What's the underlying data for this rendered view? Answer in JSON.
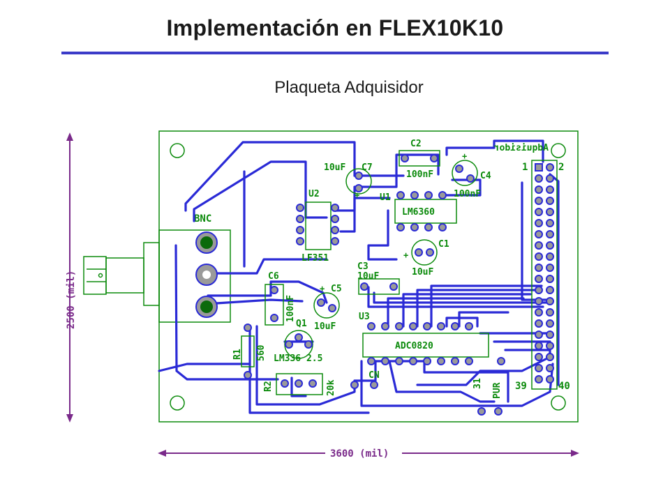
{
  "slide": {
    "title": "Implementación en FLEX10K10",
    "subtitle": "Plaqueta Adquisidor"
  },
  "board": {
    "mirrored_label": "Adquisidor",
    "dimension_width": "3600 (mil)",
    "dimension_height": "2500 (mil)",
    "connector": "BNC",
    "components": [
      {
        "ref": "U2",
        "value": "LF351"
      },
      {
        "ref": "U1",
        "value": "LM6360"
      },
      {
        "ref": "U3",
        "value": "ADC0820"
      },
      {
        "ref": "C1",
        "value": "10uF"
      },
      {
        "ref": "C2",
        "value": "100nF"
      },
      {
        "ref": "C3",
        "value": "10uF"
      },
      {
        "ref": "C4",
        "value": "100nF"
      },
      {
        "ref": "C5",
        "value": "10uF"
      },
      {
        "ref": "C6",
        "value": "100nF"
      },
      {
        "ref": "C7",
        "value": "10uF"
      },
      {
        "ref": "Q1",
        "value": "LM336 2.5"
      },
      {
        "ref": "R1",
        "value": "560"
      },
      {
        "ref": "R2",
        "value": "20k"
      },
      {
        "ref": "PUR",
        "value": ""
      },
      {
        "ref": "CN",
        "value": ""
      }
    ],
    "header_pins": {
      "first": "1",
      "second": "2",
      "row_last_left": "39",
      "row_last_right": "40"
    },
    "misc_labels": [
      "31",
      "10uF"
    ]
  },
  "colors": {
    "trace": "#2a2ad6",
    "silkscreen": "#0b8a0b",
    "dimension": "#7a2a8a",
    "pad": "#9a9a9a",
    "title_rule": "#3b3bc8",
    "board_bg": "#ffffff"
  }
}
